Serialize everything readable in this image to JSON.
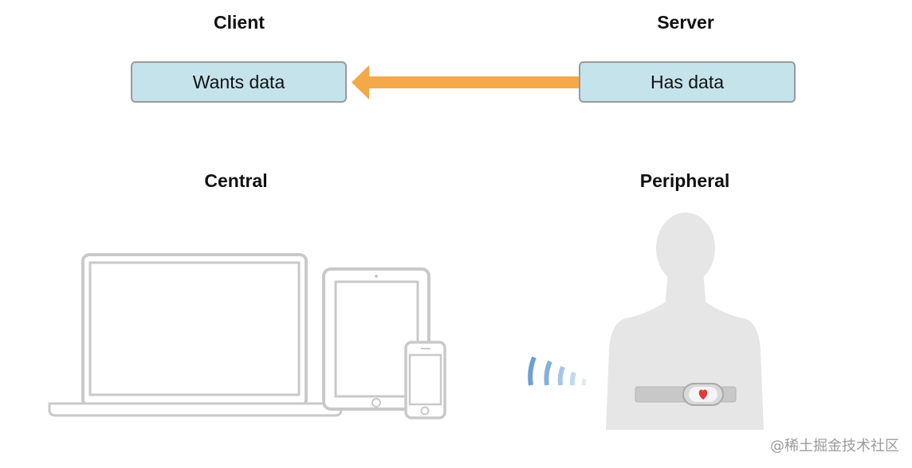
{
  "top": {
    "client_heading": "Client",
    "server_heading": "Server",
    "client_box": "Wants data",
    "server_box": "Has data"
  },
  "bottom": {
    "central_heading": "Central",
    "peripheral_heading": "Peripheral"
  },
  "watermark": "@稀土掘金技术社区",
  "colors": {
    "box_fill": "#c5e3ea",
    "arrow": "#f3a84a",
    "device_gray": "#c9c9c9",
    "body_gray": "#e6e6e6",
    "signal_blue": "#7aa5d6",
    "heart": "#e03a3e"
  },
  "icons": [
    "laptop-icon",
    "tablet-icon",
    "phone-icon",
    "signal-waves-icon",
    "person-silhouette-icon",
    "heart-icon"
  ]
}
